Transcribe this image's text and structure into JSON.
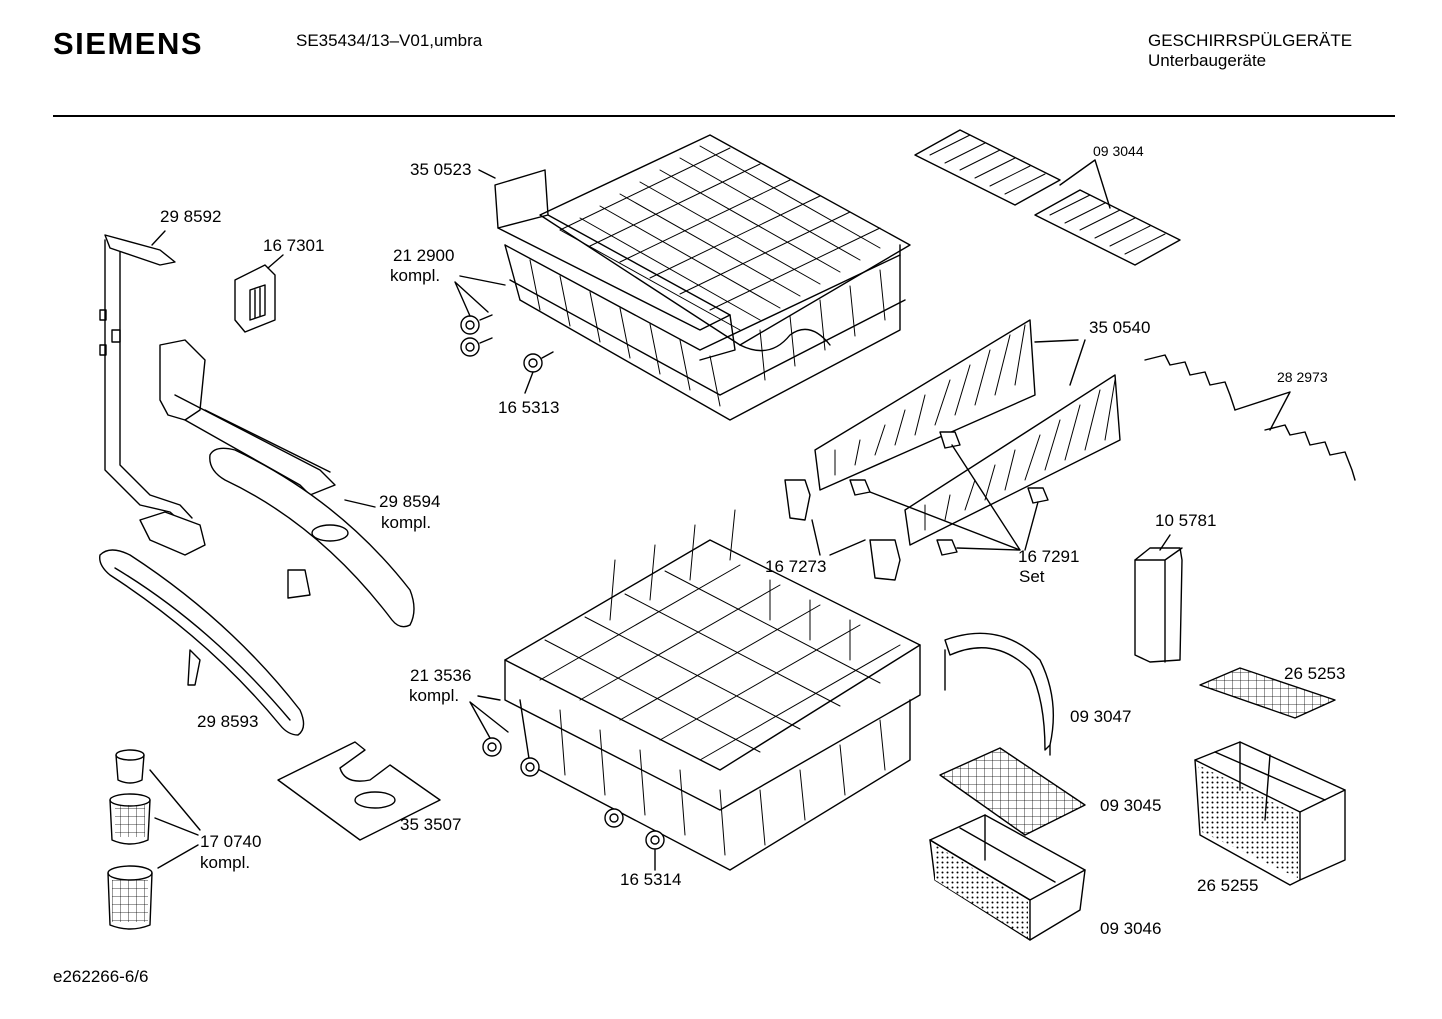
{
  "header": {
    "brand": "SIEMENS",
    "model": "SE35434/13–V01,umbra",
    "category_line1": "GESCHIRRSPÜLGERÄTE",
    "category_line2": "Unterbaugeräte"
  },
  "footer": {
    "code": "e262266-6/6"
  },
  "parts": {
    "p350523": "35 0523",
    "p212900": "21 2900",
    "p212900_note": "kompl.",
    "p165313": "16 5313",
    "p298592": "29 8592",
    "p167301": "16 7301",
    "p298594": "29 8594",
    "p298594_note": "kompl.",
    "p298593": "29 8593",
    "p170740": "17 0740",
    "p170740_note": "kompl.",
    "p353507": "35 3507",
    "p213536": "21 3536",
    "p213536_note": "kompl.",
    "p165314": "16 5314",
    "p093044": "09 3044",
    "p350540": "35 0540",
    "p282973": "28 2973",
    "p167273": "16 7273",
    "p167291": "16 7291",
    "p167291_note": "Set",
    "p105781": "10 5781",
    "p265253": "26 5253",
    "p093047": "09 3047",
    "p093045": "09 3045",
    "p265255": "26 5255",
    "p093046": "09 3046"
  }
}
